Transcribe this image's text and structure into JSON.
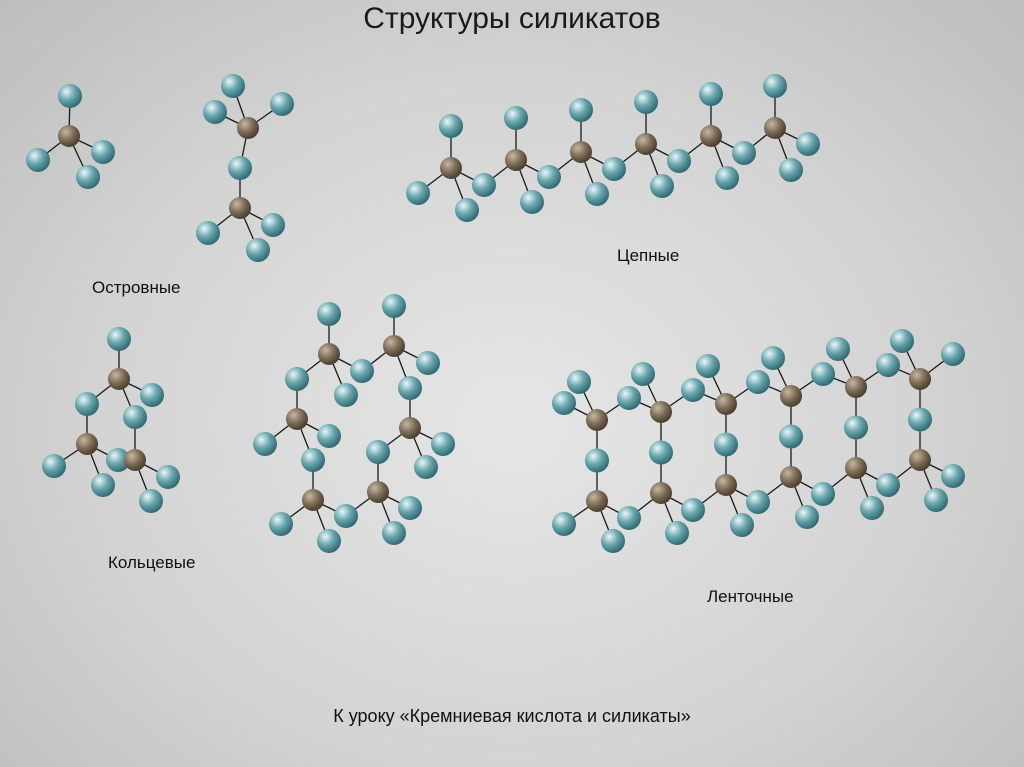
{
  "title": "Структуры силикатов",
  "labels": {
    "island": "Островные",
    "chain": "Цепные",
    "ring": "Кольцевые",
    "ribbon": "Ленточные"
  },
  "footer": "К уроку «Кремниевая кислота и силикаты»",
  "colors": {
    "silicon": "#7b6a55",
    "oxygen": "#6aa6ad",
    "bond": "#1a1a1a"
  }
}
